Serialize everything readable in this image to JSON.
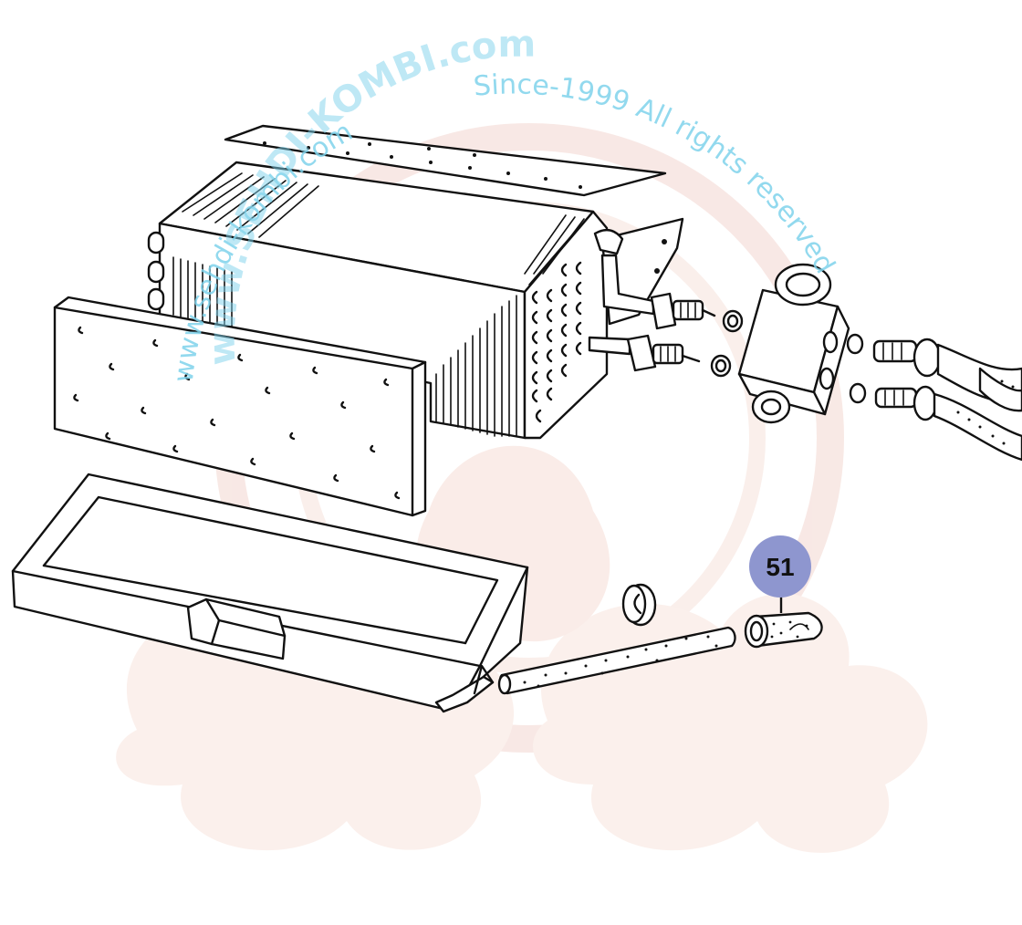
{
  "diagram": {
    "callouts": [
      {
        "number": "51",
        "target": "drain-hose-end-cap"
      }
    ],
    "callout_color": "#8e96cf"
  },
  "watermark": {
    "line1": "www.sehdi-kombi.com",
    "line2": "Since-1999 All rights reserved",
    "line3": "www.SEHDI-KOMBI.com",
    "color": "#7fd3ec",
    "logo_color": "#f3d7d0"
  }
}
